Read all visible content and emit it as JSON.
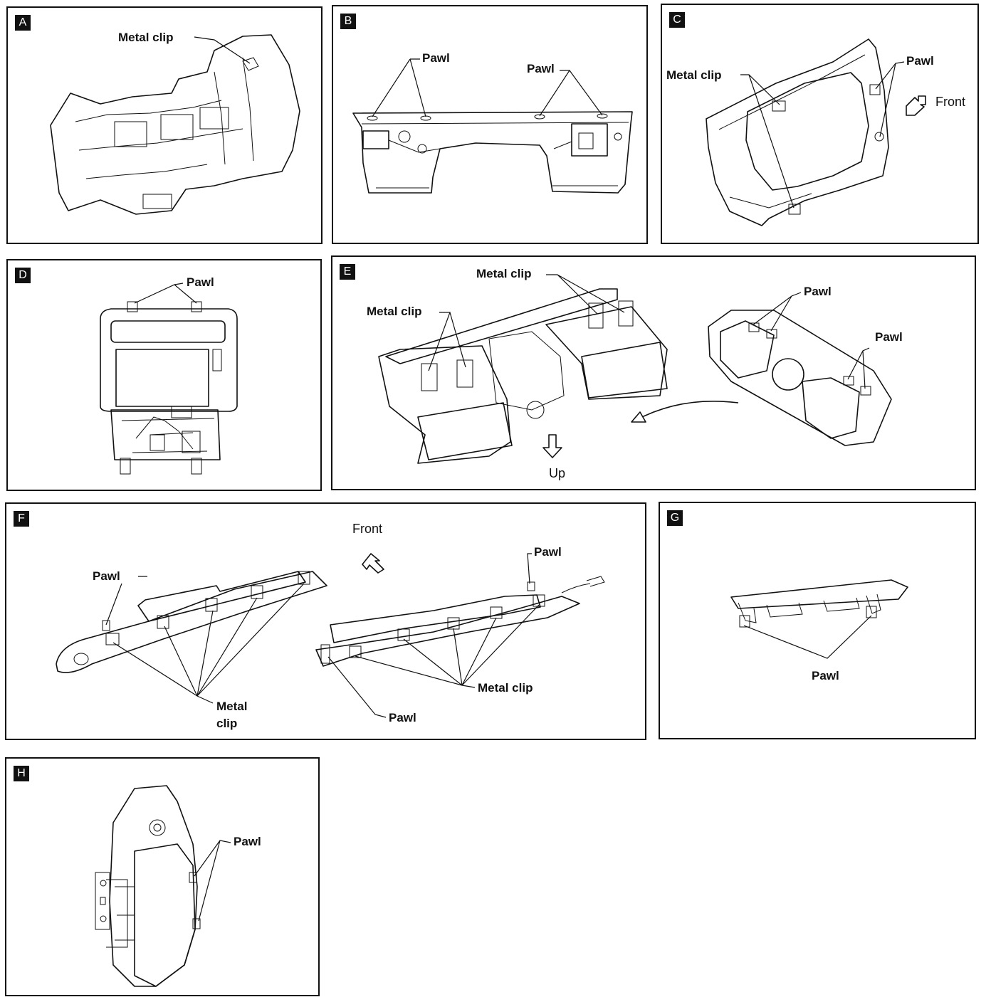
{
  "panels": {
    "a": {
      "letter": "A",
      "labels": {
        "metal_clip": "Metal clip"
      }
    },
    "b": {
      "letter": "B",
      "labels": {
        "pawl_left": "Pawl",
        "pawl_right": "Pawl"
      }
    },
    "c": {
      "letter": "C",
      "labels": {
        "metal_clip": "Metal clip",
        "pawl": "Pawl",
        "front": "Front"
      }
    },
    "d": {
      "letter": "D",
      "labels": {
        "pawl": "Pawl"
      }
    },
    "e": {
      "letter": "E",
      "labels": {
        "metal_clip_top": "Metal clip",
        "metal_clip_left": "Metal clip",
        "pawl_top": "Pawl",
        "pawl_right": "Pawl",
        "up": "Up"
      }
    },
    "f": {
      "letter": "F",
      "labels": {
        "front": "Front",
        "pawl_left": "Pawl",
        "pawl_right": "Pawl",
        "pawl_bottom": "Pawl",
        "metal_clip_left_1": "Metal",
        "metal_clip_left_2": "clip",
        "metal_clip_right": "Metal clip"
      }
    },
    "g": {
      "letter": "G",
      "labels": {
        "pawl": "Pawl"
      }
    },
    "h": {
      "letter": "H",
      "labels": {
        "pawl": "Pawl"
      }
    }
  }
}
